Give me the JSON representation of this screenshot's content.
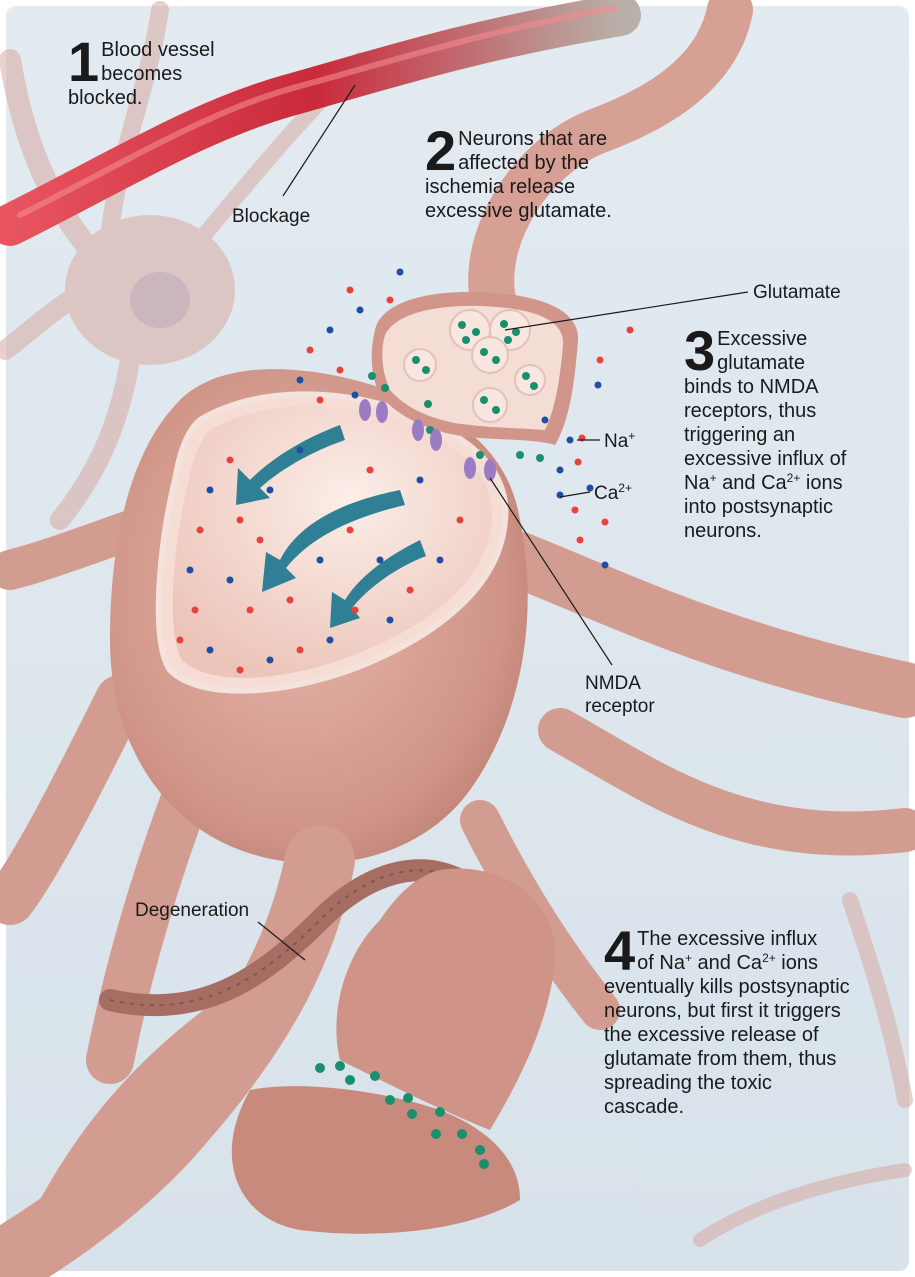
{
  "steps": [
    {
      "number": "1",
      "text": "Blood vessel becomes blocked."
    },
    {
      "number": "2",
      "text": "Neurons that are affected by the ischemia release excessive glutamate."
    },
    {
      "number": "3",
      "lines": [
        "Excessive",
        "glutamate",
        "binds to NMDA",
        "receptors, thus",
        "triggering an",
        "excessive influx of"
      ],
      "ion_na": "Na",
      "ion_na_charge": "+",
      "ion_and": " and ",
      "ion_ca": "Ca",
      "ion_ca_charge": "2+",
      "ion_tail": " ions",
      "last_lines": [
        "into postsynaptic",
        "neurons."
      ]
    },
    {
      "number": "4",
      "line1": "The excessive influx",
      "prefix": "of ",
      "ion_na": "Na",
      "ion_na_charge": "+",
      "ion_and": " and ",
      "ion_ca": "Ca",
      "ion_ca_charge": "2+",
      "ion_tail": " ions",
      "rest": [
        "eventually kills postsynaptic",
        "neurons, but first it triggers",
        "the excessive release of",
        "glutamate from them, thus",
        "spreading the toxic",
        "cascade."
      ]
    }
  ],
  "labels": {
    "blockage": "Blockage",
    "glutamate": "Glutamate",
    "na": "Na",
    "na_charge": "+",
    "ca": "Ca",
    "ca_charge": "2+",
    "nmda_line1": "NMDA",
    "nmda_line2": "receptor",
    "degeneration": "Degeneration"
  },
  "colors": {
    "background": "#dfe8ef",
    "neuron": "#d9a49a",
    "neuron_shadow": "#b8796f",
    "blood_vessel": "#d8394a",
    "cytoplasm": "#f7e2db",
    "glutamate": "#1a8f6e",
    "sodium": "#e8433a",
    "calcium": "#1f4fa0",
    "receptor": "#9b7cc4",
    "arrow": "#2f7f95"
  }
}
